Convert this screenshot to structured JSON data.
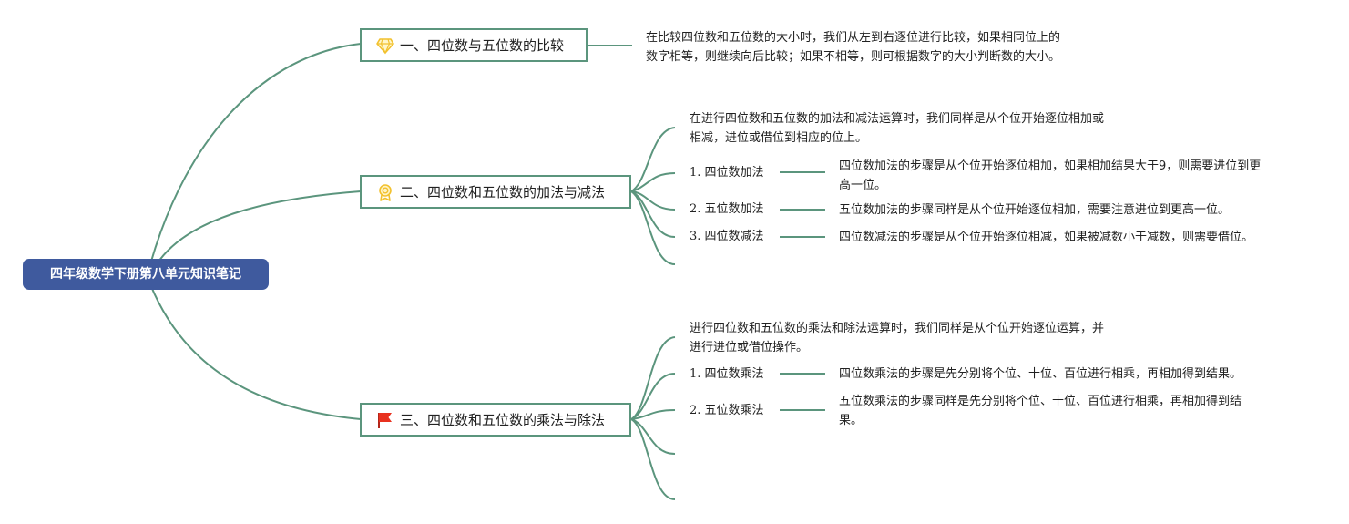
{
  "root": {
    "title": "四年级数学下册第八单元知识笔记"
  },
  "branches": [
    {
      "title": "一、四位数与五位数的比较",
      "icon": "diamond-icon",
      "notes": [
        "在比较四位数和五位数的大小时，我们从左到右逐位进行比较，如果相同位上的",
        "数字相等，则继续向后比较；如果不相等，则可根据数字的大小判断数的大小。"
      ]
    },
    {
      "title": "二、四位数和五位数的加法与减法",
      "icon": "medal-icon",
      "intro": [
        "在进行四位数和五位数的加法和减法运算时，我们同样是从个位开始逐位相加或",
        "相减，进位或借位到相应的位上。"
      ],
      "items": [
        {
          "label": "1. 四位数加法",
          "detail": [
            "四位数加法的步骤是从个位开始逐位相加，如果相加结果大于9，则需要进位到更",
            "高一位。"
          ]
        },
        {
          "label": "2. 五位数加法",
          "detail": [
            "五位数加法的步骤同样是从个位开始逐位相加，需要注意进位到更高一位。"
          ]
        },
        {
          "label": "3. 四位数减法",
          "detail": [
            "四位数减法的步骤是从个位开始逐位相减，如果被减数小于减数，则需要借位。"
          ]
        }
      ]
    },
    {
      "title": "三、四位数和五位数的乘法与除法",
      "icon": "flag-icon",
      "intro": [
        "进行四位数和五位数的乘法和除法运算时，我们同样是从个位开始逐位运算，并",
        "进行进位或借位操作。"
      ],
      "items": [
        {
          "label": "1. 四位数乘法",
          "detail": [
            "四位数乘法的步骤是先分别将个位、十位、百位进行相乘，再相加得到结果。"
          ]
        },
        {
          "label": "2. 五位数乘法",
          "detail": [
            "五位数乘法的步骤同样是先分别将个位、十位、百位进行相乘，再相加得到结",
            "果。"
          ]
        }
      ]
    }
  ],
  "colors": {
    "line": "#5b957d",
    "root": "#3f5a9e",
    "flag": "#e8311f",
    "gold": "#f2c12e"
  }
}
